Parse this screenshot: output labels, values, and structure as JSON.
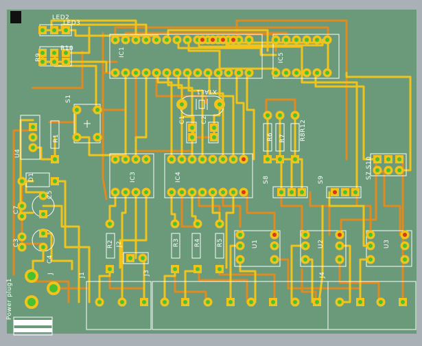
{
  "colors": {
    "background": "#a9b0b6",
    "board": "#6a9a7a",
    "top_trace": "#f0c41c",
    "bottom_trace": "#e08a20",
    "pad": "#f0c41c",
    "via_hole": "#48c030",
    "via_hole_red": "#d83818",
    "silkscreen": "#ffffff"
  },
  "labels": {
    "led2": "LED2",
    "led3": "LED3",
    "r9": "R9",
    "r10": "R10",
    "ic1": "IC1",
    "ic5": "IC5",
    "s1": "S1",
    "xtal1": "XTAL1",
    "c1": "C1",
    "c2": "C2",
    "u4": "U4",
    "r1": "R1",
    "r6": "R6",
    "r7": "R7",
    "r8r12": "R8R12",
    "s7s10": "S7 S10",
    "d1": "D1",
    "c5": "C5",
    "c7": "C7",
    "ic3": "IC3",
    "ic4": "IC4",
    "s8": "S8",
    "s9": "S9",
    "c3": "C3",
    "c4": "C4",
    "r2": "R2",
    "j2": "J2",
    "r3": "R3",
    "r4": "R4",
    "r5": "R5",
    "u1": "U1",
    "u2": "U2",
    "u3": "U3",
    "j3": "J3",
    "j4": "J4",
    "j1": "J1",
    "power_plug": "Power plug1",
    "j_plug": "J"
  }
}
